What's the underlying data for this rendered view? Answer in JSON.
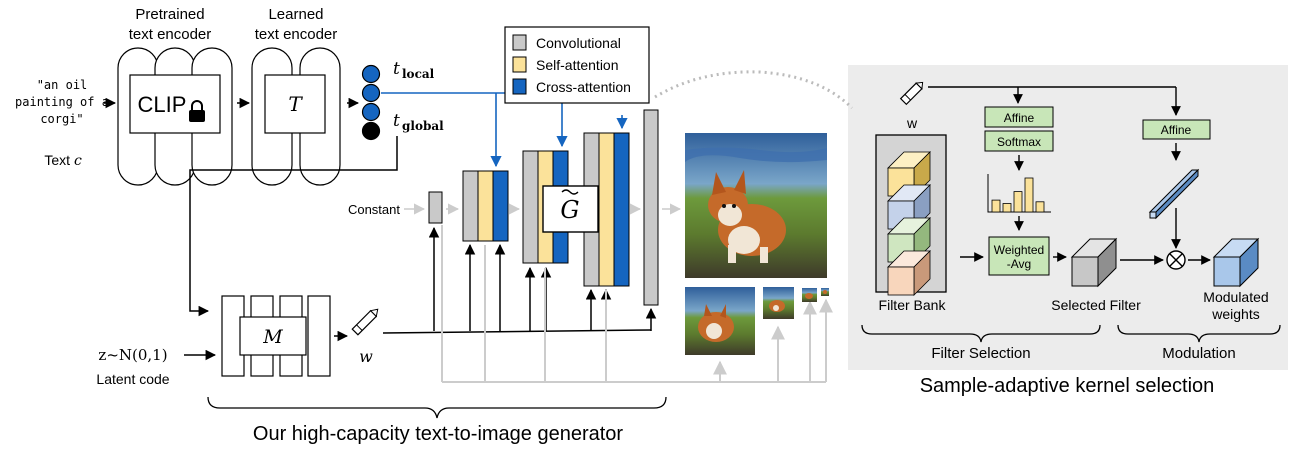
{
  "text_encoder": {
    "pretrained_label": "Pretrained text encoder",
    "pretrained_line1": "Pretrained",
    "pretrained_line2": "text encoder",
    "learned_line1": "Learned",
    "learned_line2": "text encoder",
    "clip_label": "CLIP",
    "t_label": "T",
    "prompt_lines": [
      "\"an oil",
      "painting of a",
      "corgi\""
    ],
    "text_label": "Text",
    "text_var": "c"
  },
  "tokens": {
    "t_local": "t",
    "t_local_sub": "local",
    "t_global": "t",
    "t_global_sub": "global"
  },
  "legend": {
    "items": [
      {
        "label": "Convolutional",
        "color": "#c9c9c9"
      },
      {
        "label": "Self-attention",
        "color": "#fbe29a"
      },
      {
        "label": "Cross-attention",
        "color": "#1565c0"
      }
    ]
  },
  "generator": {
    "constant_label": "Constant",
    "g_label": "G",
    "m_label": "M",
    "w_label": "w",
    "latent_formula": "z~N(0,1)",
    "latent_label": "Latent code",
    "caption": "Our high-capacity text-to-image generator"
  },
  "kernel_selection": {
    "w_label": "w",
    "affine1": "Affine",
    "softmax": "Softmax",
    "weighted_avg_line1": "Weighted",
    "weighted_avg_line2": "-Avg",
    "affine2": "Affine",
    "filter_bank_label": "Filter Bank",
    "selected_filter_label": "Selected Filter",
    "modulated_line1": "Modulated",
    "modulated_line2": "weights",
    "filter_selection_label": "Filter Selection",
    "modulation_label": "Modulation",
    "caption": "Sample-adaptive kernel selection",
    "softmax_bars": [
      0.35,
      0.25,
      0.6,
      1.0,
      0.3
    ]
  },
  "colors": {
    "blue": "#1565c0",
    "gray": "#c9c9c9",
    "yellow": "#fbe29a",
    "green": "#c8e6b8",
    "panel": "#ececec",
    "arrow_light": "#cccccc"
  }
}
